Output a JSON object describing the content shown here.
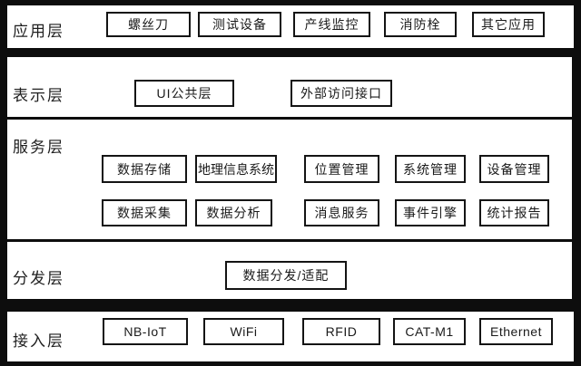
{
  "layers": [
    {
      "name": "应用层",
      "boxes": [
        "螺丝刀",
        "测试设备",
        "产线监控",
        "消防栓",
        "其它应用"
      ]
    },
    {
      "name": "表示层",
      "boxes": [
        "UI公共层",
        "外部访问接口"
      ]
    },
    {
      "name": "服务层",
      "boxes": [
        "数据存储",
        "地理信息系统",
        "位置管理",
        "系统管理",
        "设备管理",
        "数据采集",
        "数据分析",
        "消息服务",
        "事件引擎",
        "统计报告"
      ]
    },
    {
      "name": "分发层",
      "boxes": [
        "数据分发/适配"
      ]
    },
    {
      "name": "接入层",
      "boxes": [
        "NB-IoT",
        "WiFi",
        "RFID",
        "CAT-M1",
        "Ethernet"
      ]
    }
  ],
  "colors": {
    "background": "#0d0d0d",
    "band": "#ffffff",
    "box_border": "#141414",
    "text": "#1a1a1a"
  }
}
